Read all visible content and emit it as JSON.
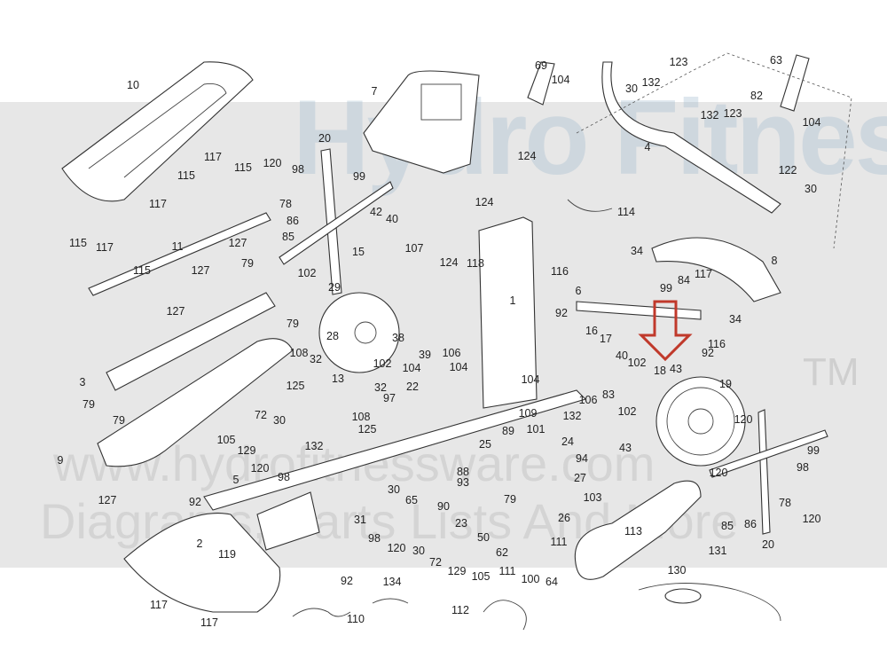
{
  "watermark": {
    "brand": "Hydro Fitness Ware",
    "trademark": "TM",
    "url": "www.hydrofitnessware.com",
    "tagline": "Diagrams, Parts Lists And More"
  },
  "highlight_color": "#c0392b",
  "callouts": [
    "10",
    "7",
    "69",
    "104",
    "123",
    "63",
    "30",
    "132",
    "132",
    "123",
    "82",
    "104",
    "4",
    "122",
    "30",
    "20",
    "120",
    "98",
    "99",
    "78",
    "42",
    "40",
    "86",
    "85",
    "117",
    "115",
    "115",
    "117",
    "117",
    "115",
    "11",
    "127",
    "79",
    "127",
    "115",
    "124",
    "124",
    "114",
    "107",
    "15",
    "124",
    "118",
    "116",
    "34",
    "117",
    "8",
    "84",
    "6",
    "99",
    "102",
    "29",
    "127",
    "1",
    "92",
    "34",
    "28",
    "38",
    "79",
    "16",
    "17",
    "116",
    "92",
    "3",
    "108",
    "32",
    "125",
    "13",
    "32",
    "102",
    "104",
    "39",
    "106",
    "104",
    "22",
    "40",
    "102",
    "18",
    "43",
    "19",
    "104",
    "83",
    "106",
    "102",
    "132",
    "79",
    "79",
    "97",
    "108",
    "125",
    "109",
    "101",
    "72",
    "30",
    "105",
    "129",
    "132",
    "120",
    "98",
    "89",
    "24",
    "25",
    "94",
    "43",
    "9",
    "127",
    "88",
    "93",
    "27",
    "103",
    "120",
    "99",
    "120",
    "98",
    "78",
    "85",
    "86",
    "120",
    "20",
    "5",
    "92",
    "2",
    "119",
    "31",
    "30",
    "65",
    "98",
    "120",
    "90",
    "79",
    "23",
    "50",
    "26",
    "111",
    "30",
    "72",
    "129",
    "105",
    "62",
    "111",
    "100",
    "64",
    "113",
    "92",
    "117",
    "117",
    "134",
    "110",
    "112",
    "130",
    "131"
  ]
}
